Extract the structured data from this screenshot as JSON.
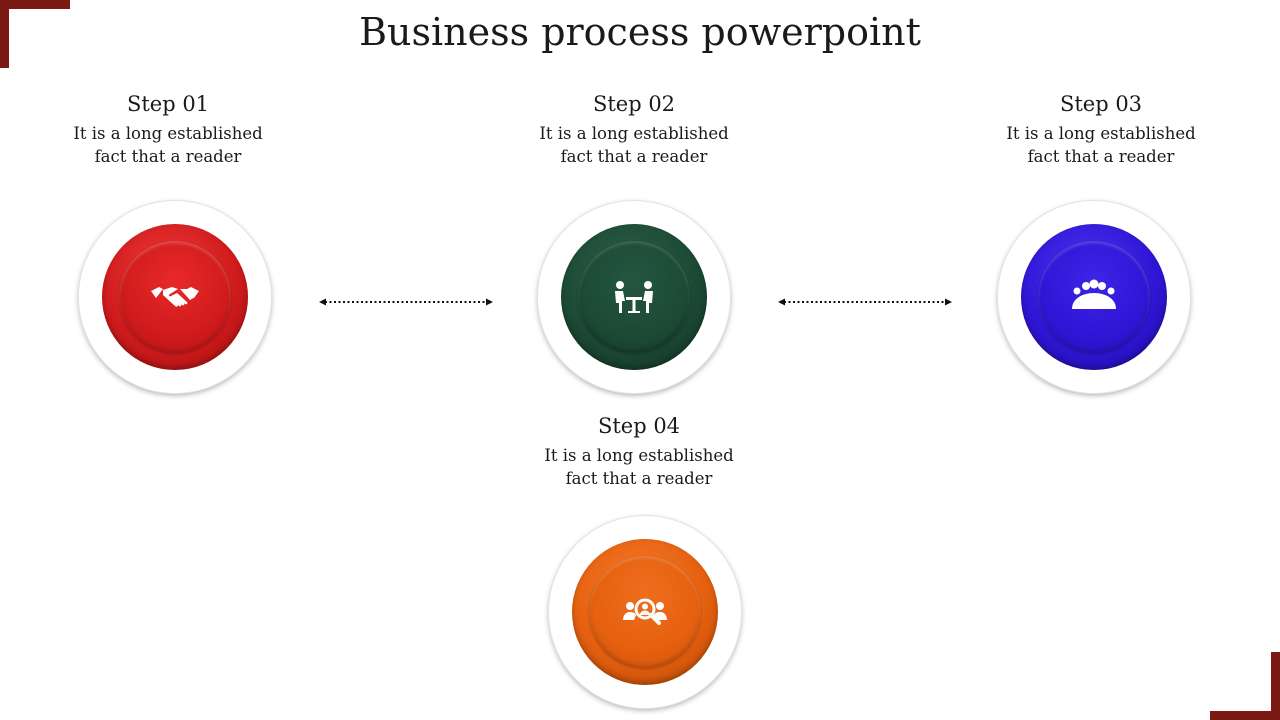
{
  "title": "Business process powerpoint",
  "colors": {
    "accent_corner": "#7b1a12",
    "step1": "#d81f1f",
    "step2": "#1c4a35",
    "step3": "#2f16d6",
    "step4": "#e5600f"
  },
  "steps": [
    {
      "title": "Step 01",
      "line1": "It is a long established",
      "line2": "fact that  a reader",
      "icon": "handshake-icon"
    },
    {
      "title": "Step 02",
      "line1": "It is a long established",
      "line2": "fact that  a reader",
      "icon": "meeting-icon"
    },
    {
      "title": "Step 03",
      "line1": "It is a long established",
      "line2": "fact that  a reader",
      "icon": "team-icon"
    },
    {
      "title": "Step 04",
      "line1": "It is a long established",
      "line2": "fact that  a reader",
      "icon": "search-people-icon"
    }
  ]
}
